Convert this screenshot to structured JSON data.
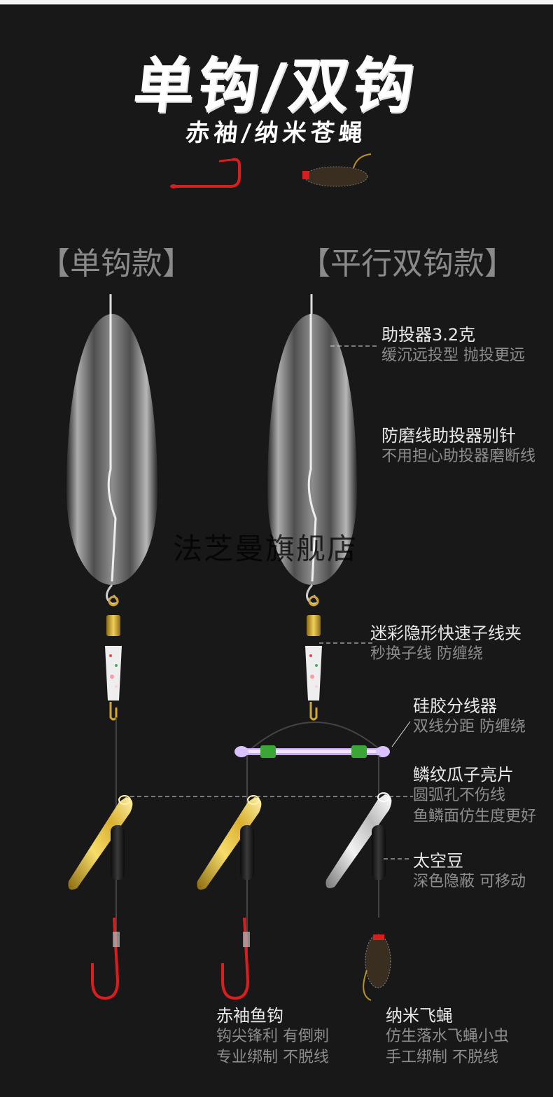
{
  "header": {
    "title": "单钩/双钩",
    "subtitle": "赤袖/纳米苍蝇"
  },
  "sections": {
    "single": "【单钩款】",
    "double": "【平行双钩款】"
  },
  "watermark": "法芝曼旗舰店",
  "annotations": [
    {
      "title": "助投器3.2克",
      "lines": [
        "缓沉远投型  抛投更远"
      ]
    },
    {
      "title": "防磨线助投器别针",
      "lines": [
        "不用担心助投器磨断线"
      ]
    },
    {
      "title": "迷彩隐形快速子线夹",
      "lines": [
        "秒换子线  防缠绕"
      ]
    },
    {
      "title": "硅胶分线器",
      "lines": [
        "双线分距  防缠绕"
      ]
    },
    {
      "title": "鳞纹瓜子亮片",
      "lines": [
        "圆弧孔不伤线",
        "鱼鳞面仿生度更好"
      ]
    },
    {
      "title": "太空豆",
      "lines": [
        "深色隐蔽  可移动"
      ]
    },
    {
      "title": "赤袖鱼钩",
      "lines": [
        "钩尖锋利  有倒刺",
        "专业绑制  不脱线"
      ]
    },
    {
      "title": "纳米飞蝇",
      "lines": [
        "仿生落水飞蝇小虫",
        "手工绑制  不脱线"
      ]
    }
  ],
  "colors": {
    "background": "#181818",
    "hook_red": "#d81e1e",
    "gold": "#d4a72c",
    "silver": "#d8d8d8",
    "purple": "#c9a8f0",
    "green": "#3aa635"
  }
}
